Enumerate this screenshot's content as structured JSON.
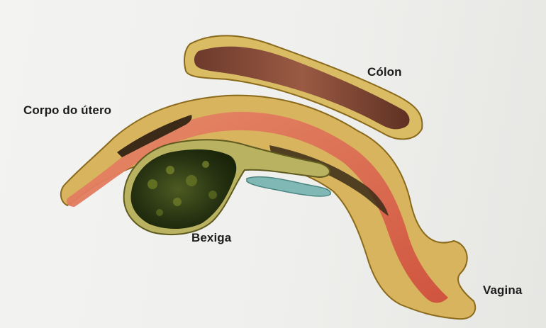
{
  "diagram": {
    "labels": {
      "colon": "Cólon",
      "uterus_body": "Corpo do útero",
      "bladder": "Bexiga",
      "vagina": "Vagina"
    },
    "colors": {
      "background": "#efefed",
      "tissue": "#d8b45e",
      "tissue_outline": "#8a6a1c",
      "uterus_tube": "#d96e55",
      "colon_wall": "#7a4232",
      "bladder_fill": "#2f3a16",
      "bladder_wall": "#b9b260",
      "accent_shape": "#7fb8b4"
    }
  }
}
